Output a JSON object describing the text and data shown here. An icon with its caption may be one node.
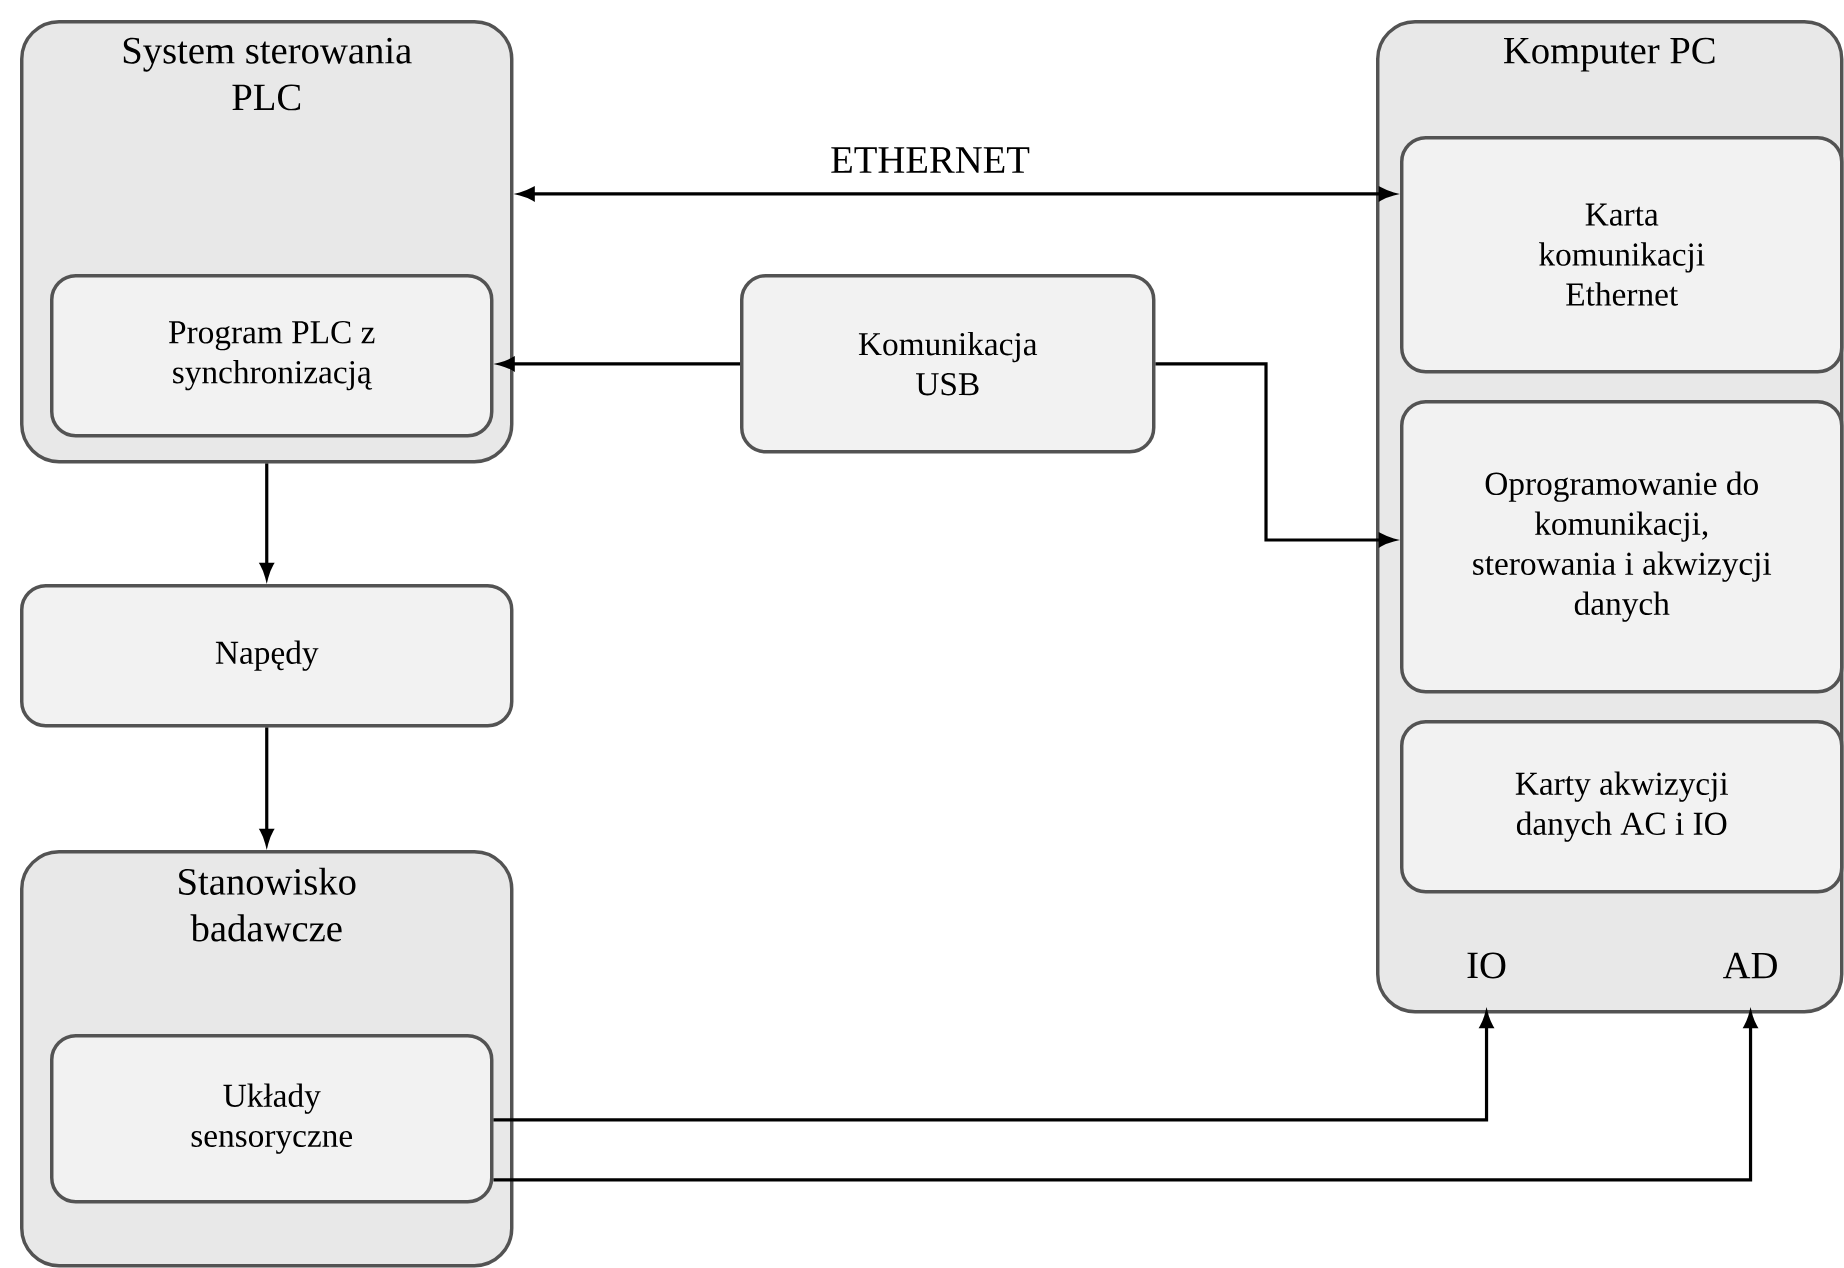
{
  "diagram": {
    "nodes": [
      {
        "text": [
          "System sterowania PLC"
        ]
      },
      {
        "text": [
          "Program PLC z synchronizacją"
        ],
        "in": 0
      },
      {
        "text": [
          "Napędy"
        ]
      },
      {
        "text": [
          "Stanowisko badawcze"
        ]
      },
      {
        "text": [
          "Układy sensoryczne"
        ],
        "in": 3
      },
      {
        "text": [
          "Komunikacja USB"
        ]
      },
      {
        "text": [
          "Komputer PC"
        ]
      },
      {
        "text": [
          "Karta komunikacji Ethernet"
        ],
        "in": 6
      },
      {
        "text": [
          "Oprogramowanie do komunikacji, sterowania i akwizycji danych"
        ],
        "in": 6
      },
      {
        "text": [
          "Karty akwizycji danych AC i IO"
        ],
        "in": 6
      },
      {
        "text": [
          "IO"
        ],
        "in": 6
      },
      {
        "text": [
          "AD"
        ],
        "in": 6
      }
    ],
    "edges": [
      {
        "from": 0,
        "to": 7,
        "arrow": "both",
        "label": "ETHERNET"
      },
      {
        "from": 5,
        "to": 1,
        "arrow": "to"
      },
      {
        "from": 5,
        "to": 8,
        "arrow": "to"
      },
      {
        "from": 0,
        "to": 2,
        "arrow": "to"
      },
      {
        "from": 2,
        "to": 3,
        "arrow": "to"
      },
      {
        "from": 4,
        "to": 10,
        "arrow": "to"
      },
      {
        "from": 4,
        "to": 11,
        "arrow": "to"
      }
    ]
  }
}
